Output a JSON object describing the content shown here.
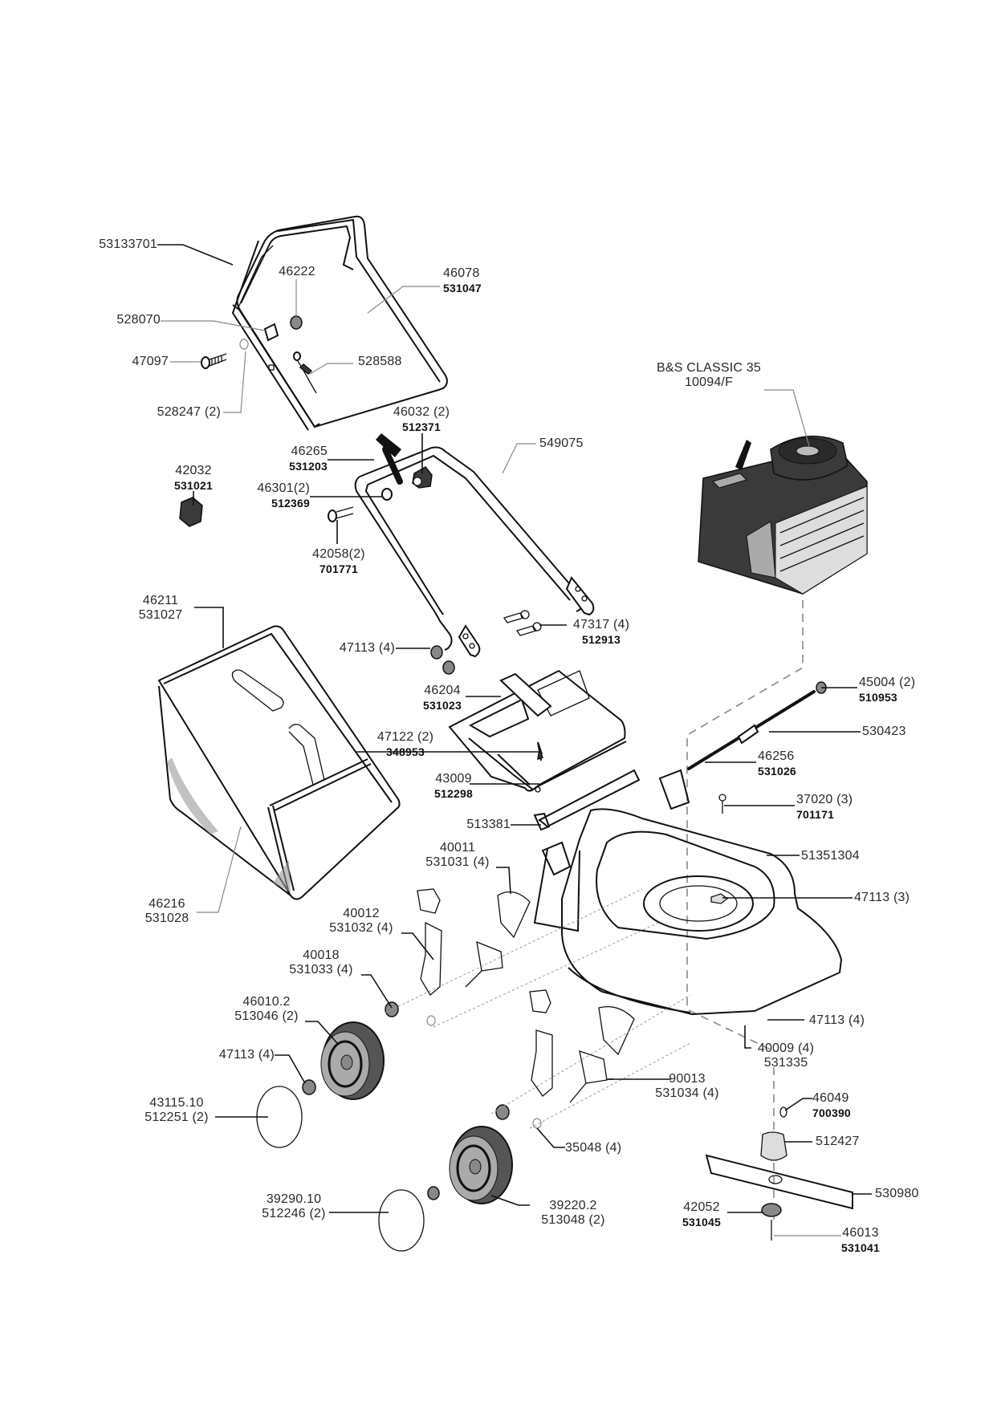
{
  "diagram": {
    "type": "exploded-parts-view",
    "subject": "lawn mower",
    "engine": {
      "model": "B&S CLASSIC 35",
      "code": "10094/F"
    },
    "parts": [
      {
        "id": "upper-handle",
        "line1": "53133701"
      },
      {
        "id": "handle-nut",
        "line1": "46222"
      },
      {
        "id": "upper-handle-bar",
        "line1": "46078",
        "line2": "531047"
      },
      {
        "id": "cable-clip",
        "line1": "528070"
      },
      {
        "id": "carriage-bolt",
        "line1": "47097"
      },
      {
        "id": "cable-stop",
        "line1": "528588"
      },
      {
        "id": "washer",
        "line1": "528247 (2)"
      },
      {
        "id": "handle-knob",
        "line1": "46032 (2)",
        "line2": "512371"
      },
      {
        "id": "cable-guide",
        "line1": "46265",
        "line2": "531203"
      },
      {
        "id": "lower-handle",
        "line1": "549075"
      },
      {
        "id": "cable-holder",
        "line1": "42032",
        "line2": "531021"
      },
      {
        "id": "handle-bushing",
        "line1": "46301(2)",
        "line2": "512369"
      },
      {
        "id": "handle-bolt",
        "line1": "42058(2)",
        "line2": "701771"
      },
      {
        "id": "bag-frame",
        "line1": "46211",
        "line2": "531027"
      },
      {
        "id": "handle-screw",
        "line1": "47317 (4)",
        "line2": "512913"
      },
      {
        "id": "lock-nut-handle",
        "line1": "47113 (4)"
      },
      {
        "id": "rear-flap-lid",
        "line1": "46204",
        "line2": "531023"
      },
      {
        "id": "lid-screw",
        "line1": "47122 (2)",
        "line2": "348953"
      },
      {
        "id": "rear-flap",
        "line1": "43009",
        "line2": "512298"
      },
      {
        "id": "flap-hinge",
        "line1": "513381"
      },
      {
        "id": "grass-bag",
        "line1": "46216",
        "line2n": "531028"
      },
      {
        "id": "engine-nut",
        "line1": "45004 (2)",
        "line2": "510953"
      },
      {
        "id": "flap-spring",
        "line1": "530423"
      },
      {
        "id": "flap-rod",
        "line1": "46256",
        "line2": "531026"
      },
      {
        "id": "engine-bolt",
        "line1": "37020 (3)",
        "line2": "701171"
      },
      {
        "id": "deck",
        "line1": "51351304"
      },
      {
        "id": "deck-nut",
        "line1": "47113 (3)"
      },
      {
        "id": "height-lever",
        "line1": "40011",
        "line2n": "531031 (4)"
      },
      {
        "id": "lever-cover",
        "line1": "40012",
        "line2n": "531032 (4)"
      },
      {
        "id": "wheel-bolt",
        "line1": "40018",
        "line2n": "531033 (4)"
      },
      {
        "id": "front-wheel",
        "line1": "46010.2",
        "line2n": "513046 (2)"
      },
      {
        "id": "wheel-nut",
        "line1": "47113 (4)"
      },
      {
        "id": "front-hubcap",
        "line1": "43115.10",
        "line2n": "512251 (2)"
      },
      {
        "id": "axle-bracket",
        "line1": "90013",
        "line2n": "531034 (4)"
      },
      {
        "id": "axle-washer",
        "line1": "35048 (4)"
      },
      {
        "id": "rear-hubcap",
        "line1": "39290.10",
        "line2n": "512246 (2)"
      },
      {
        "id": "rear-wheel",
        "line1": "39220.2",
        "line2n": "513048 (2)"
      },
      {
        "id": "bracket-nut",
        "line1": "47113 (4)"
      },
      {
        "id": "bracket-washer",
        "line1": "40009 (4)",
        "line2n": "531335"
      },
      {
        "id": "key",
        "line1": "46049",
        "line2": "700390"
      },
      {
        "id": "blade-adapter",
        "line1": "512427"
      },
      {
        "id": "blade",
        "line1": "530980"
      },
      {
        "id": "blade-washer",
        "line1": "42052",
        "line2": "531045"
      },
      {
        "id": "blade-bolt",
        "line1": "46013",
        "line2": "531041"
      }
    ]
  }
}
